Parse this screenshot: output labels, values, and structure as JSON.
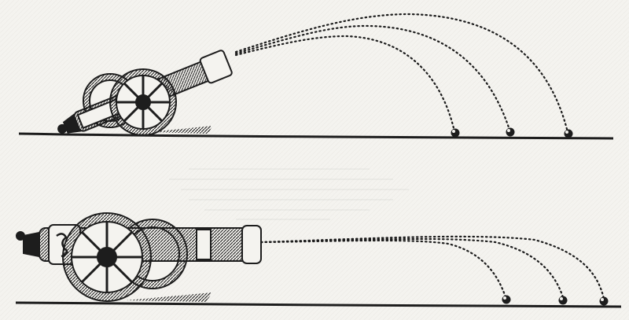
{
  "image": {
    "subject": "woodcut",
    "palette": {
      "paper": "#f4f3ef",
      "ink": "#1d1d1d",
      "grain": "#cfcdc7"
    }
  },
  "panels": [
    {
      "id": "top",
      "cannon": "elevated",
      "shot_landings": 3
    },
    {
      "id": "bottom",
      "cannon": "level",
      "shot_landings": 3
    }
  ]
}
